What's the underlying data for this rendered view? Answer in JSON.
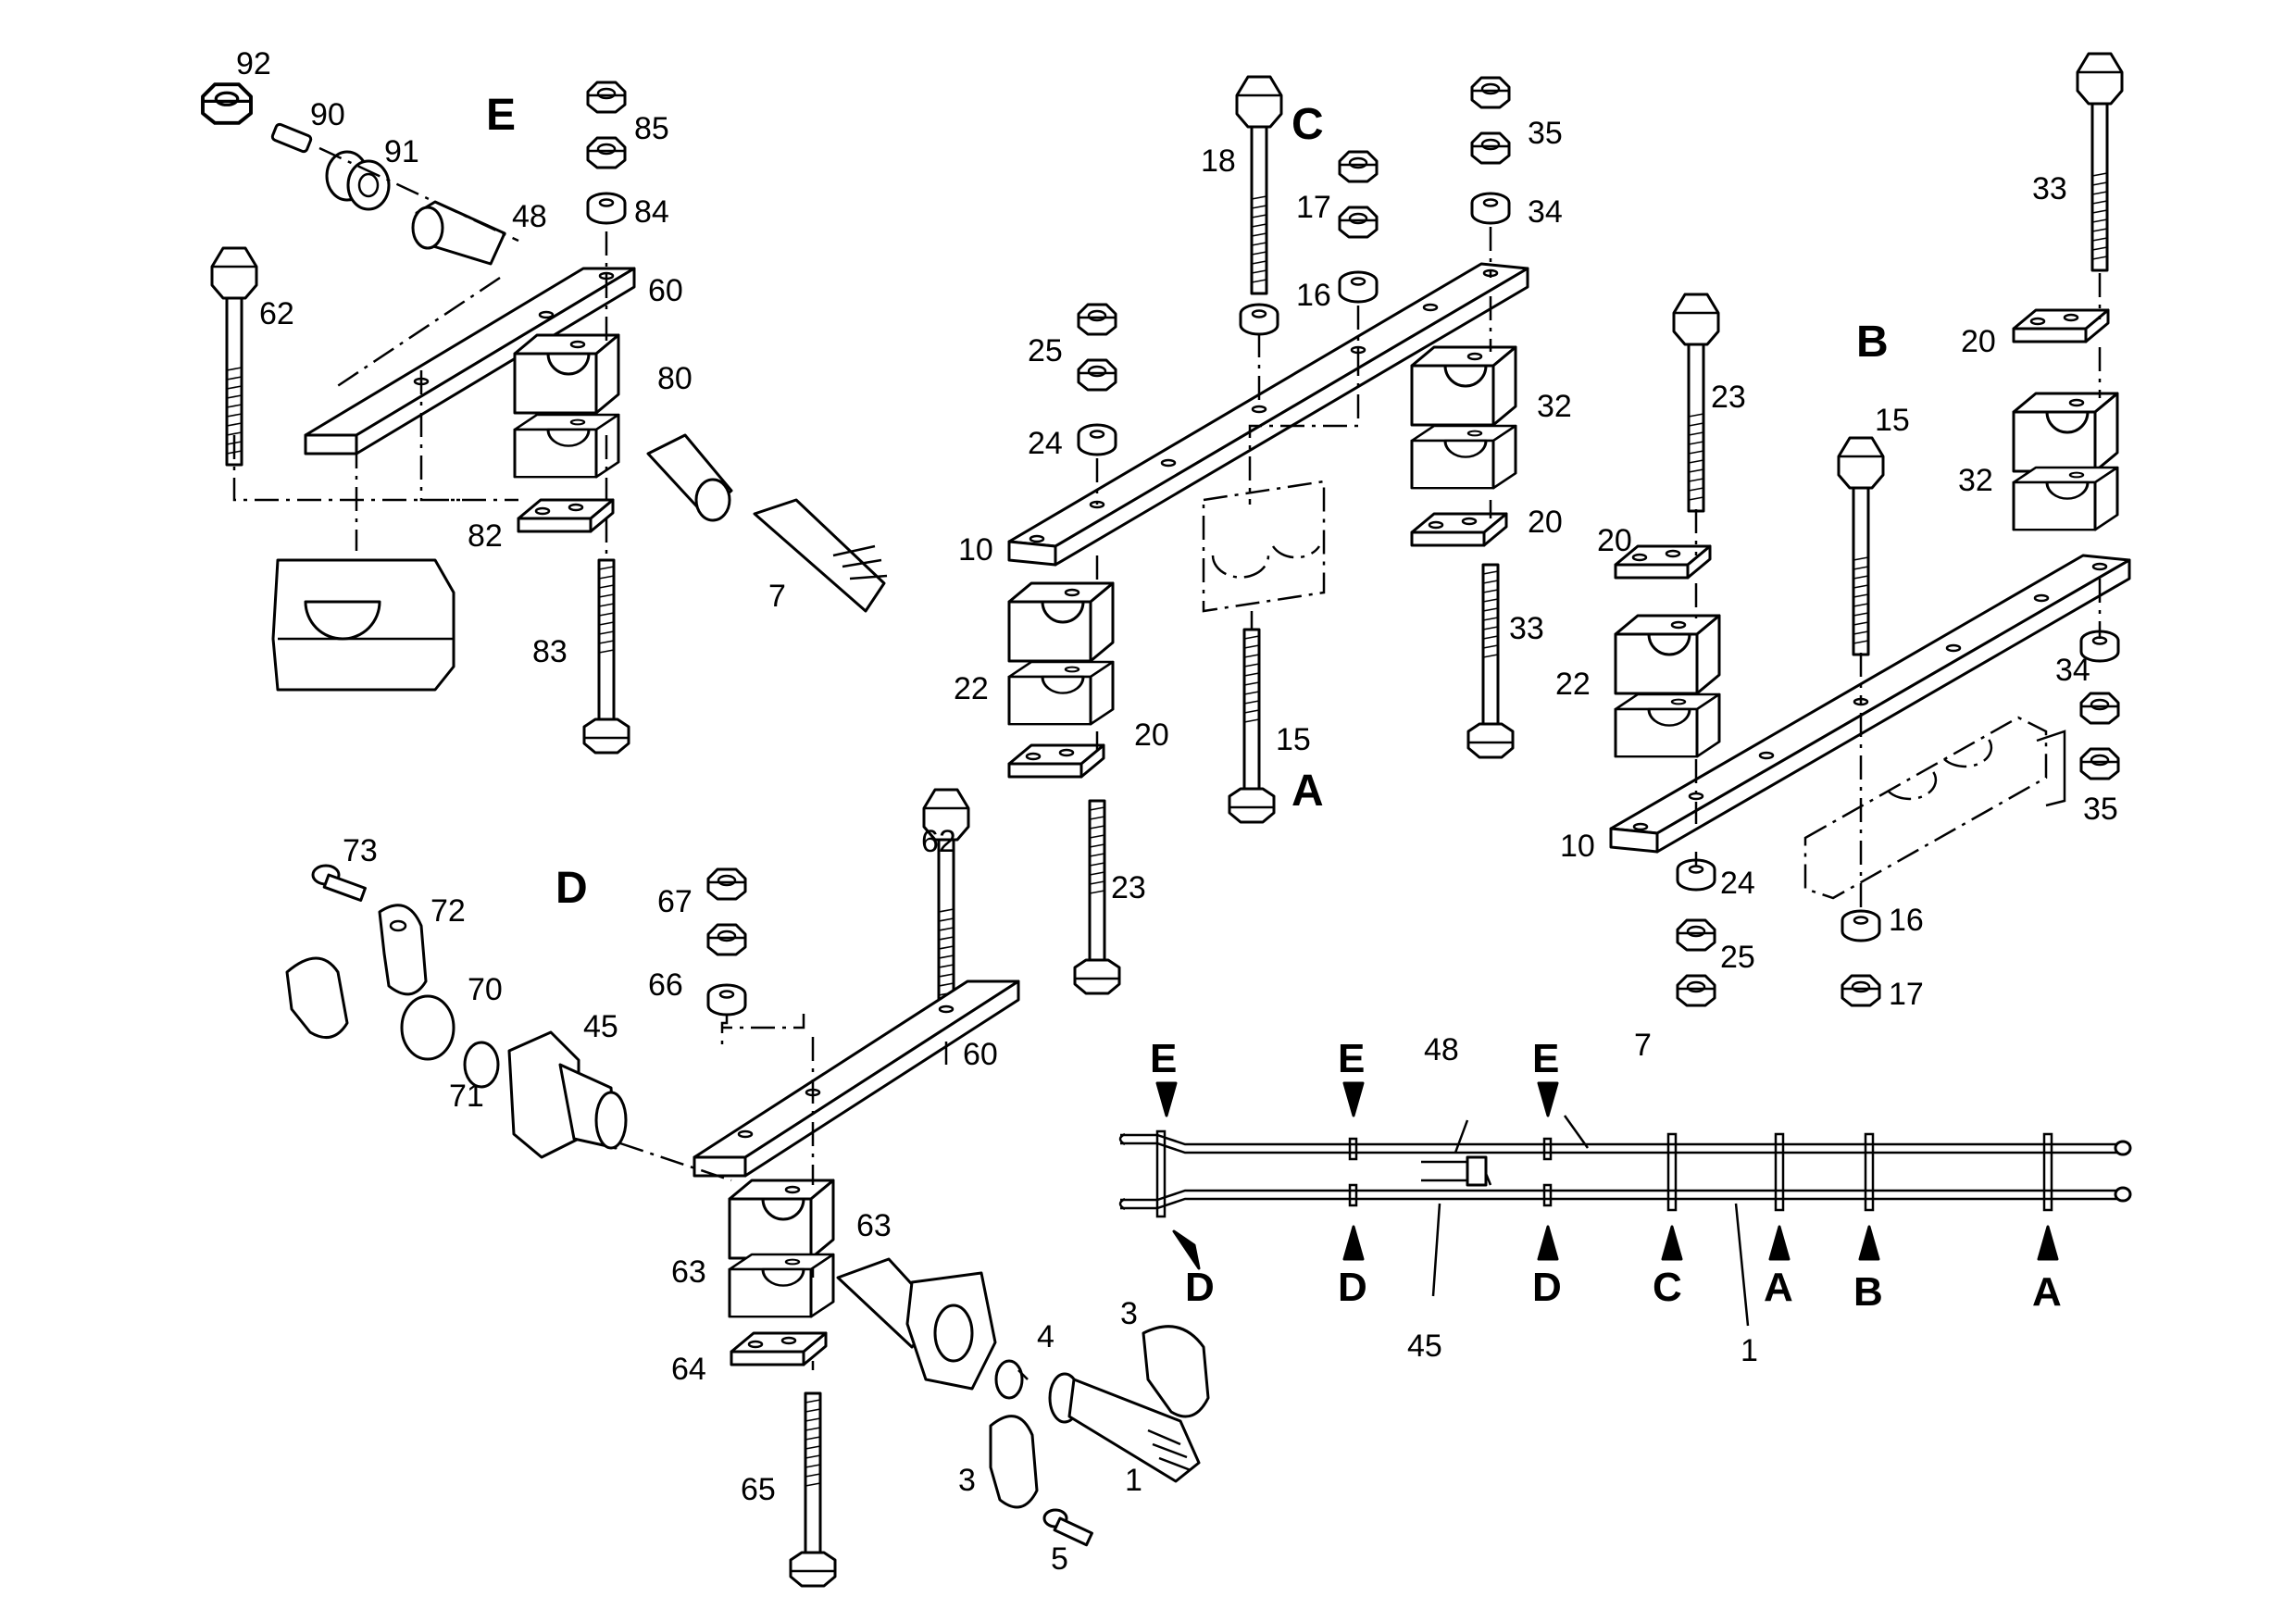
{
  "sections": {
    "E": "E",
    "C": "C",
    "B": "B",
    "A": "A",
    "D": "D"
  },
  "callouts": {
    "e": {
      "n92": "92",
      "n90": "90",
      "n91": "91",
      "n48": "48",
      "n85": "85",
      "n84": "84",
      "n60": "60",
      "n62": "62",
      "n80": "80",
      "n82": "82",
      "n7": "7",
      "n83": "83"
    },
    "c": {
      "n18": "18",
      "n17": "17",
      "n16": "16",
      "n35": "35",
      "n34": "34",
      "n25": "25",
      "n24": "24",
      "n10": "10",
      "n32": "32",
      "n20a": "20",
      "n22": "22",
      "n20b": "20",
      "n33": "33",
      "n15": "15",
      "n23": "23"
    },
    "b": {
      "n33": "33",
      "n20a": "20",
      "n23": "23",
      "n15": "15",
      "n32": "32",
      "n20b": "20",
      "n22": "22",
      "n34": "34",
      "n35": "35",
      "n10": "10",
      "n24": "24",
      "n16": "16",
      "n25": "25",
      "n17": "17"
    },
    "d": {
      "n73": "73",
      "n72": "72",
      "n70": "70",
      "n71": "71",
      "n45": "45",
      "n67": "67",
      "n66": "66",
      "n62": "62",
      "n60": "60",
      "n63a": "63",
      "n63b": "63",
      "n64": "64",
      "n65": "65",
      "n4": "4",
      "n3a": "3",
      "n3b": "3",
      "n1": "1",
      "n5": "5"
    }
  },
  "routing": {
    "top_markers": [
      "E",
      "E",
      "E"
    ],
    "bottom_markers": [
      "D",
      "D",
      "D",
      "C",
      "A",
      "B",
      "A"
    ],
    "callouts": {
      "n48": "48",
      "n7": "7",
      "n45": "45",
      "n1": "1"
    }
  }
}
